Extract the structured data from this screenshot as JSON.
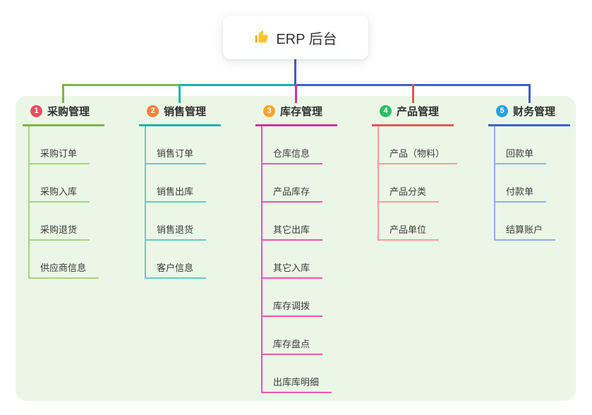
{
  "root": {
    "title": "ERP 后台",
    "icon": "thumbs-up-icon",
    "icon_color": "#f7c52e"
  },
  "canvas": {
    "background": "#ffffff",
    "panel_color": "#ebf7e6",
    "root_connector_color": "#4a56d2"
  },
  "branches": [
    {
      "num": "1",
      "label": "采购管理",
      "badge_color": "#ea4d60",
      "line_color": "#7fb63d",
      "child_line_color": "#a8d37e",
      "children": [
        "采购订单",
        "采购入库",
        "采购退货",
        "供应商信息"
      ]
    },
    {
      "num": "2",
      "label": "销售管理",
      "badge_color": "#f5823c",
      "line_color": "#13b5a9",
      "child_line_color": "#5fcdc4",
      "children": [
        "销售订单",
        "销售出库",
        "销售退货",
        "客户信息"
      ]
    },
    {
      "num": "3",
      "label": "库存管理",
      "badge_color": "#f6a42c",
      "line_color": "#d232a0",
      "child_line_color": "#ee55ae",
      "children": [
        "仓库信息",
        "产品库存",
        "其它出库",
        "其它入库",
        "库存调拨",
        "库存盘点",
        "出库库明细"
      ]
    },
    {
      "num": "4",
      "label": "产品管理",
      "badge_color": "#2fbd63",
      "line_color": "#e25555",
      "child_line_color": "#f29e9b",
      "children": [
        "产品（物料）",
        "产品分类",
        "产品单位"
      ]
    },
    {
      "num": "5",
      "label": "财务管理",
      "badge_color": "#2aa0dd",
      "line_color": "#3f5ed2",
      "child_line_color": "#94aee6",
      "children": [
        "回款单",
        "付款单",
        "结算账户"
      ]
    }
  ]
}
